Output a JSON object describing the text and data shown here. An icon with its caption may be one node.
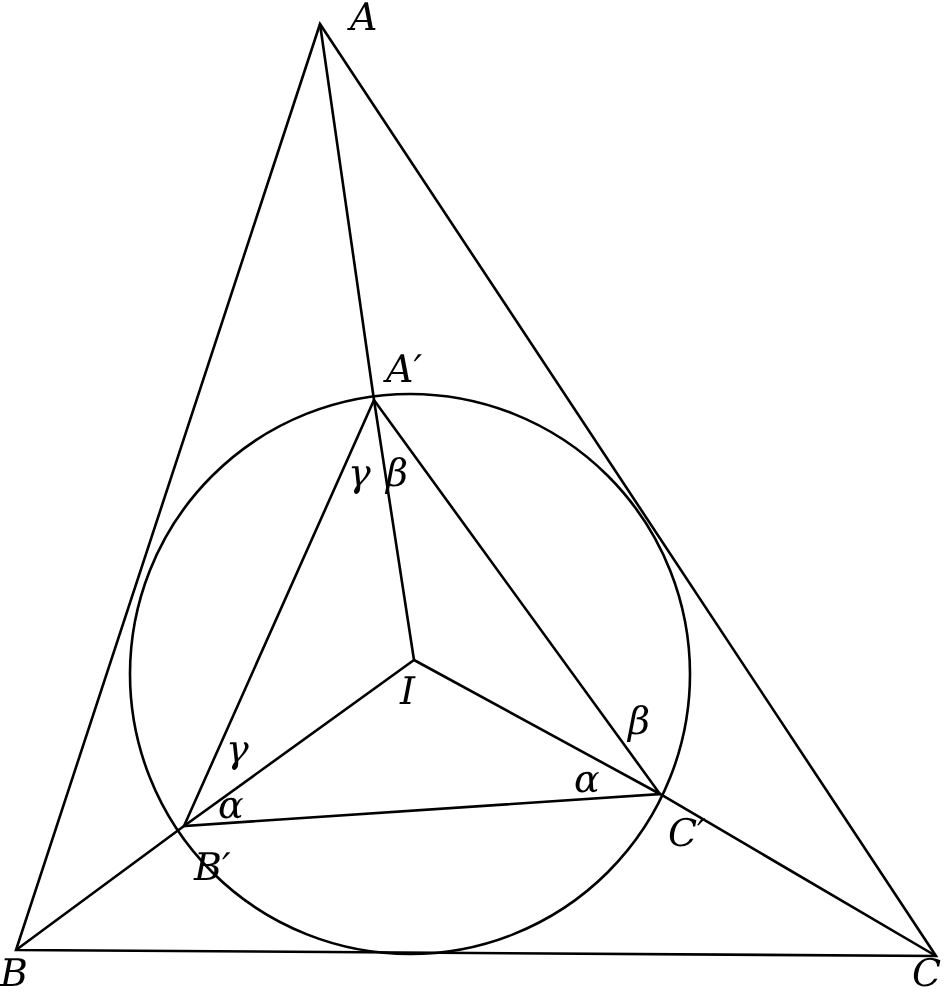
{
  "diagram": {
    "labels": [
      "A",
      "A′",
      "γ",
      "β",
      "I",
      "γ",
      "α",
      "β",
      "α",
      "B′",
      "C′",
      "B",
      "C"
    ]
  }
}
